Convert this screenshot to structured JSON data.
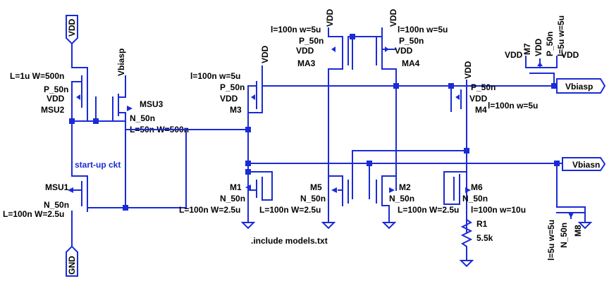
{
  "schematic": {
    "nets": {
      "vdd": "VDD",
      "gnd": "GND",
      "vbiasp": "Vbiasp",
      "vbiasn": "Vbiasn"
    },
    "section_label": "start-up ckt",
    "directive": ".include models.txt",
    "components": {
      "msu2": {
        "name": "MSU2",
        "model": "P_50n",
        "size": "L=1u W=500n",
        "body": "VDD"
      },
      "msu3": {
        "name": "MSU3",
        "model": "N_50n",
        "size": "L=50n W=500n",
        "body": ""
      },
      "msu1": {
        "name": "MSU1",
        "model": "N_50n",
        "size": "L=100n W=2.5u"
      },
      "m3": {
        "name": "M3",
        "model": "P_50n",
        "size": "l=100n w=5u",
        "body": "VDD"
      },
      "ma3": {
        "name": "MA3",
        "model": "P_50n",
        "size": "l=100n w=5u",
        "body": "VDD"
      },
      "ma4": {
        "name": "MA4",
        "model": "P_50n",
        "size": "l=100n w=5u",
        "body": "VDD"
      },
      "m4": {
        "name": "M4",
        "model": "P_50n",
        "size": "l=100n w=5u",
        "body": "VDD"
      },
      "m7": {
        "name": "M7",
        "model": "P_50n",
        "size": "l=5u w=5u",
        "body": "VDD",
        "drain": "VDD"
      },
      "m1": {
        "name": "M1",
        "model": "N_50n",
        "size": "L=100n W=2.5u"
      },
      "m5": {
        "name": "M5",
        "model": "N_50n",
        "size": "L=100n W=2.5u"
      },
      "m2": {
        "name": "M2",
        "model": "N_50n",
        "size": "L=100n W=2.5u"
      },
      "m6": {
        "name": "M6",
        "model": "N_50n",
        "size": "l=100n w=10u"
      },
      "m8": {
        "name": "M8",
        "model": "N_50n",
        "size": "l=5u w=5u"
      },
      "r1": {
        "name": "R1",
        "value": "5.5k"
      }
    }
  }
}
